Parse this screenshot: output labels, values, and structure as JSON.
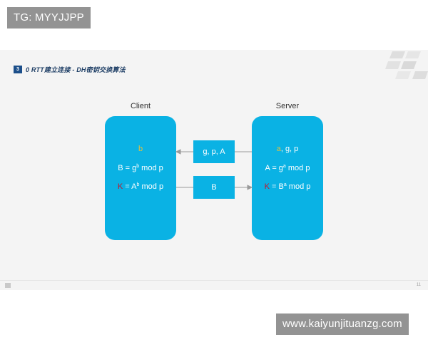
{
  "watermarks": {
    "top": "TG: MYYJJPP",
    "bottom": "www.kaiyunjituanzg.com"
  },
  "slide": {
    "number": "3",
    "title": "0 RTT建立连接 - DH密钥交换算法",
    "page": "11"
  },
  "client": {
    "label": "Client",
    "secret": "b",
    "public_lhs": "B = g",
    "public_exp": "b",
    "public_rhs": " mod p",
    "key_k": "K",
    "key_lhs": " = A",
    "key_exp": "b",
    "key_rhs": " mod p"
  },
  "server": {
    "label": "Server",
    "secret": "a",
    "params": ", g, p",
    "public_lhs": "A = g",
    "public_exp": "a",
    "public_rhs": " mod p",
    "key_k": "K",
    "key_lhs": " = B",
    "key_exp": "a",
    "key_rhs": " mod p"
  },
  "messages": {
    "server_to_client": "g, p, A",
    "client_to_server": "B"
  },
  "colors": {
    "box": "#0ab2e4",
    "secret": "#e4c13a",
    "key": "#c4162a",
    "title": "#1f3f66"
  }
}
